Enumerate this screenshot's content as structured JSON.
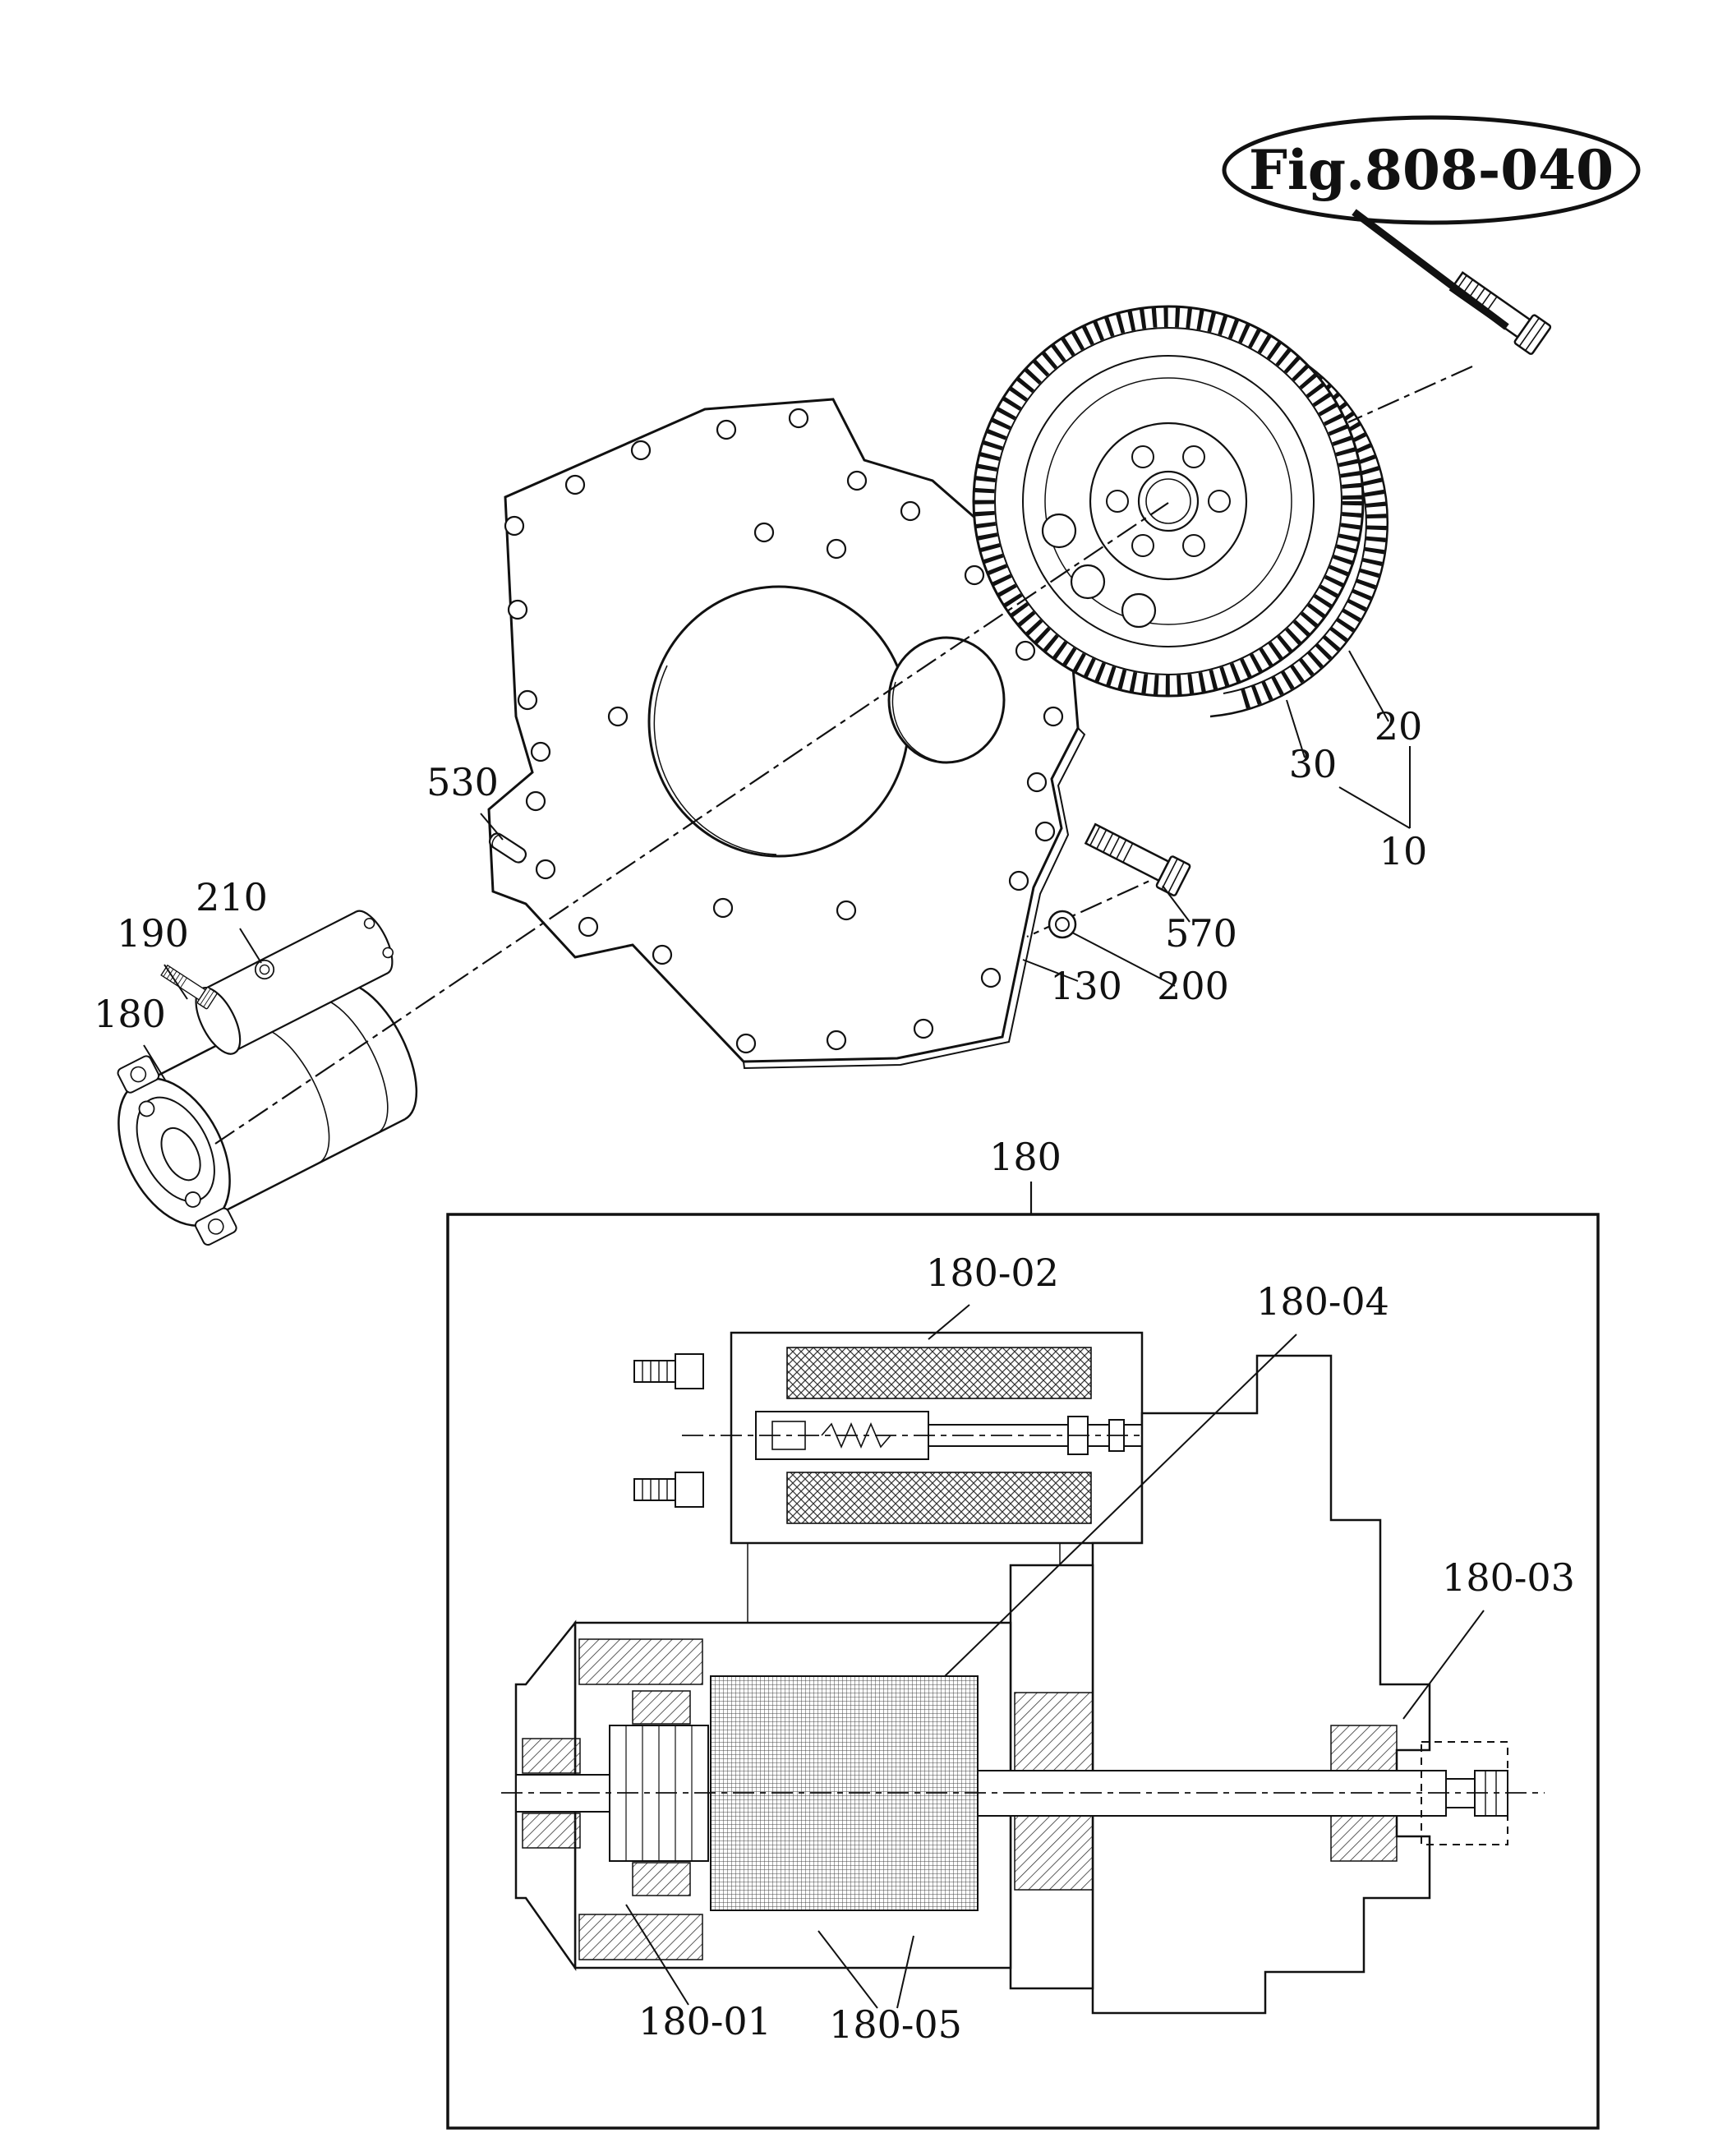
{
  "figure_tag": "Fig.808-040",
  "callouts": {
    "pin": "530",
    "washer_starter": "210",
    "bolt_starter": "190",
    "starter": "180",
    "plate": "130",
    "washer_plate": "200",
    "bolt_plate": "570",
    "ring_gear": "30",
    "flywheel": "20",
    "flywheel_assy": "10",
    "detail_title": "180",
    "d01": "180-01",
    "d02": "180-02",
    "d03": "180-03",
    "d04": "180-04",
    "d05": "180-05"
  },
  "colors": {
    "line": "#111111",
    "background": "#ffffff"
  }
}
